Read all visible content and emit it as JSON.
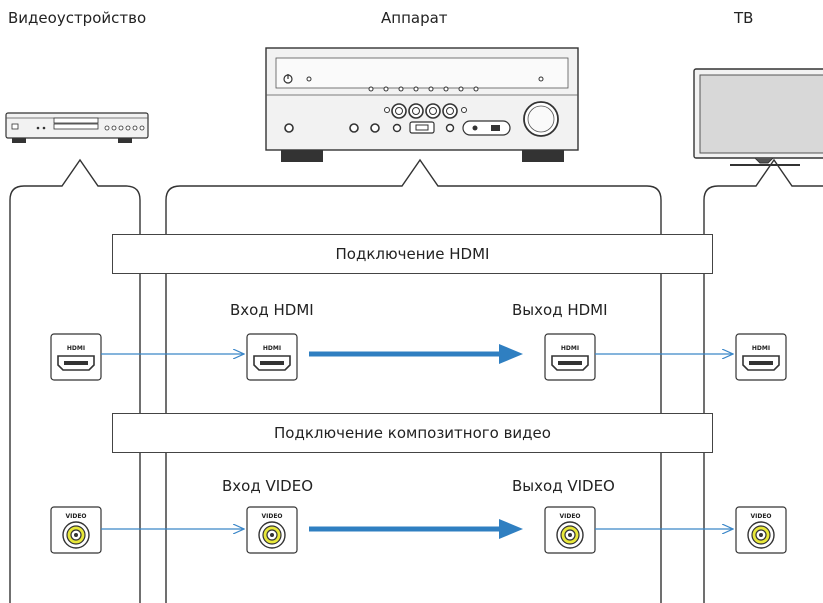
{
  "devices": {
    "source": "Видеоустройство",
    "receiver": "Аппарат",
    "tv": "ТВ"
  },
  "sections": {
    "hdmi": {
      "title": "Подключение HDMI",
      "input_label": "Вход HDMI",
      "output_label": "Выход HDMI",
      "jack_text": "HDMI"
    },
    "composite": {
      "title": "Подключение композитного видео",
      "input_label": "Вход VIDEO",
      "output_label": "Выход VIDEO",
      "jack_text": "VIDEO"
    }
  },
  "colors": {
    "signal_thick": "#2f7fc1",
    "signal_thin": "#3a86c8",
    "outline": "#333333"
  }
}
